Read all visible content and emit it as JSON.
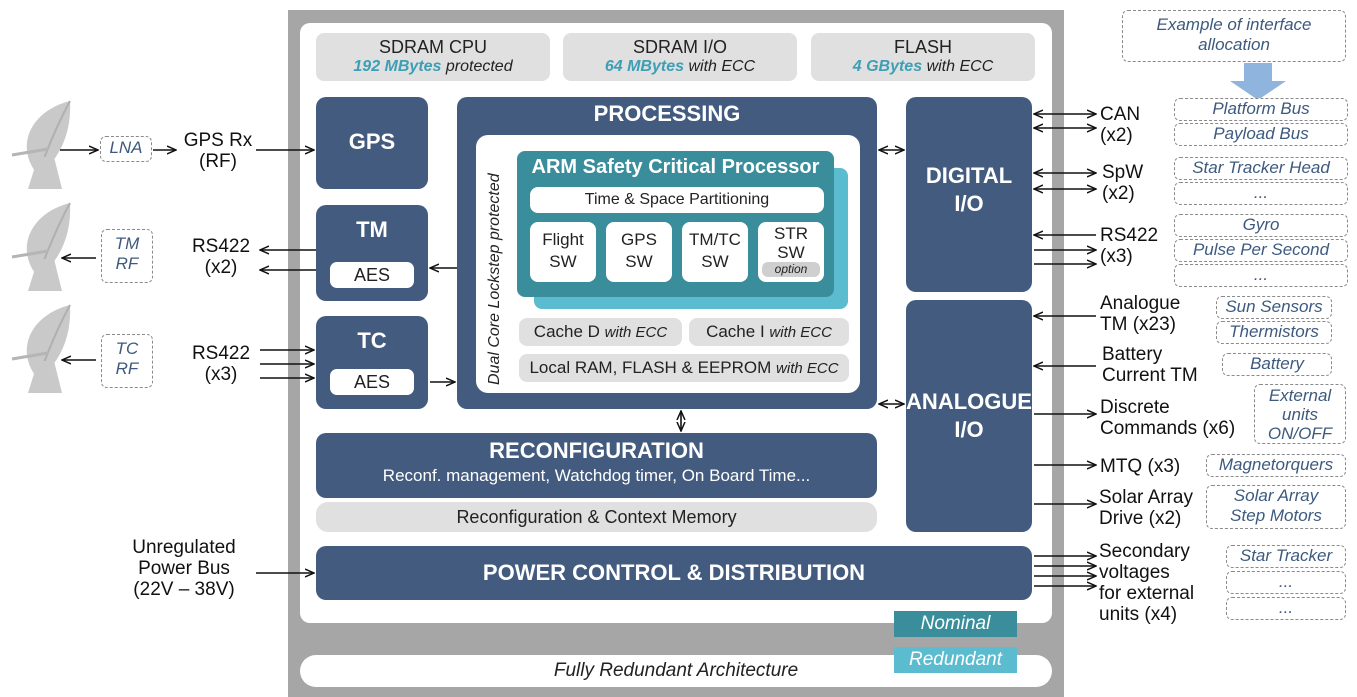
{
  "memory": {
    "sdram_cpu": {
      "title": "SDRAM CPU",
      "amount": "192 MBytes",
      "note": "protected"
    },
    "sdram_io": {
      "title": "SDRAM I/O",
      "amount": "64 MBytes",
      "note": "with ECC"
    },
    "flash": {
      "title": "FLASH",
      "amount": "4 GBytes",
      "note": "with ECC"
    }
  },
  "blocks": {
    "gps": "GPS",
    "tm": "TM",
    "tm_aes": "AES",
    "tc": "TC",
    "tc_aes": "AES",
    "processing": "PROCESSING",
    "dual_core": "Dual Core Lockstep protected",
    "arm_title": "ARM Safety Critical Processor",
    "partitioning": "Time & Space Partitioning",
    "sw": [
      {
        "l1": "Flight",
        "l2": "SW"
      },
      {
        "l1": "GPS",
        "l2": "SW"
      },
      {
        "l1": "TM/TC",
        "l2": "SW"
      },
      {
        "l1": "STR",
        "l2": "SW",
        "opt": "option"
      }
    ],
    "cache_d": "Cache D",
    "cache_i": "Cache I",
    "with_ecc": "with ECC",
    "local_ram": "Local RAM, FLASH  & EEPROM",
    "digital_io_1": "DIGITAL",
    "digital_io_2": "I/O",
    "analogue_io_1": "ANALOGUE",
    "analogue_io_2": "I/O",
    "reconf_title": "RECONFIGURATION",
    "reconf_sub": "Reconf. management, Watchdog timer, On Board Time...",
    "reconf_mem": "Reconfiguration & Context Memory",
    "power": "POWER CONTROL & DISTRIBUTION"
  },
  "left": {
    "lna": "LNA",
    "gps_rx_1": "GPS Rx",
    "gps_rx_2": "(RF)",
    "tm_rf_1": "TM",
    "tm_rf_2": "RF",
    "rs422_tm_1": "RS422",
    "rs422_tm_2": "(x2)",
    "tc_rf_1": "TC",
    "tc_rf_2": "RF",
    "rs422_tc_1": "RS422",
    "rs422_tc_2": "(x3)",
    "power_bus_1": "Unregulated",
    "power_bus_2": "Power Bus",
    "power_bus_3": "(22V – 38V)"
  },
  "right": {
    "example_1": "Example of interface",
    "example_2": "allocation",
    "can_1": "CAN",
    "can_2": "(x2)",
    "spw_1": "SpW",
    "spw_2": "(x2)",
    "rs422_1": "RS422",
    "rs422_2": "(x3)",
    "analogue_tm_1": "Analogue",
    "analogue_tm_2": "TM (x23)",
    "battery_tm_1": "Battery",
    "battery_tm_2": "Current TM",
    "discrete_1": "Discrete",
    "discrete_2": "Commands (x6)",
    "mtq": "MTQ (x3)",
    "solar_1": "Solar Array",
    "solar_2": "Drive (x2)",
    "secondary_1": "Secondary",
    "secondary_2": "voltages",
    "secondary_3": "for external",
    "secondary_4": "units (x4)",
    "alloc": {
      "platform_bus": "Platform Bus",
      "payload_bus": "Payload Bus",
      "star_tracker_head": "Star Tracker Head",
      "ellipsis_spw": "...",
      "gyro": "Gyro",
      "pps": "Pulse Per Second",
      "ellipsis_rs422": "...",
      "sun_sensors": "Sun Sensors",
      "thermistors": "Thermistors",
      "battery": "Battery",
      "external_1": "External",
      "external_2": "units",
      "external_3": "ON/OFF",
      "magnetorquers": "Magnetorquers",
      "solar_array_1": "Solar Array",
      "solar_array_2": "Step Motors",
      "star_tracker": "Star Tracker",
      "ellipsis_sec_1": "...",
      "ellipsis_sec_2": "..."
    }
  },
  "legend": {
    "nominal": "Nominal",
    "redundant": "Redundant"
  },
  "footer": "Fully Redundant Architecture",
  "colors": {
    "navy": "#445b80",
    "teal": "#3a8e9c",
    "light_teal": "#5bbccf",
    "frame_grey": "#a6a6a6",
    "memory_grey": "#e0e0e0",
    "dash_text": "#3d5a7e"
  }
}
